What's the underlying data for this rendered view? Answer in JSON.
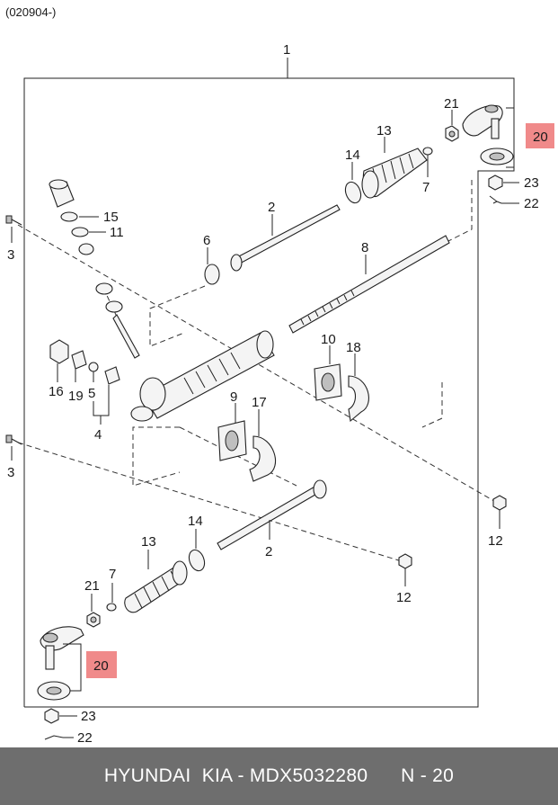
{
  "header": {
    "revision_code": "(020904-)"
  },
  "callouts": {
    "assembly": "1",
    "c1": "2",
    "c2": "2",
    "c3a": "3",
    "c3b": "3",
    "c4": "4",
    "c5": "5",
    "c6": "6",
    "c7a": "7",
    "c7b": "7",
    "c8": "8",
    "c9": "9",
    "c10": "10",
    "c11": "11",
    "c12a": "12",
    "c12b": "12",
    "c13a": "13",
    "c13b": "13",
    "c14a": "14",
    "c14b": "14",
    "c15": "15",
    "c16": "16",
    "c17": "17",
    "c18": "18",
    "c19": "19",
    "c20a": "20",
    "c20b": "20",
    "c21a": "21",
    "c21b": "21",
    "c22a": "22",
    "c22b": "22",
    "c23a": "23",
    "c23b": "23"
  },
  "footer": {
    "brand": "HYUNDAI  KIA - MDX5032280",
    "page": "N - 20"
  },
  "colors": {
    "highlight": "#f08a8a",
    "footer_bg": "#6e6e6e"
  }
}
